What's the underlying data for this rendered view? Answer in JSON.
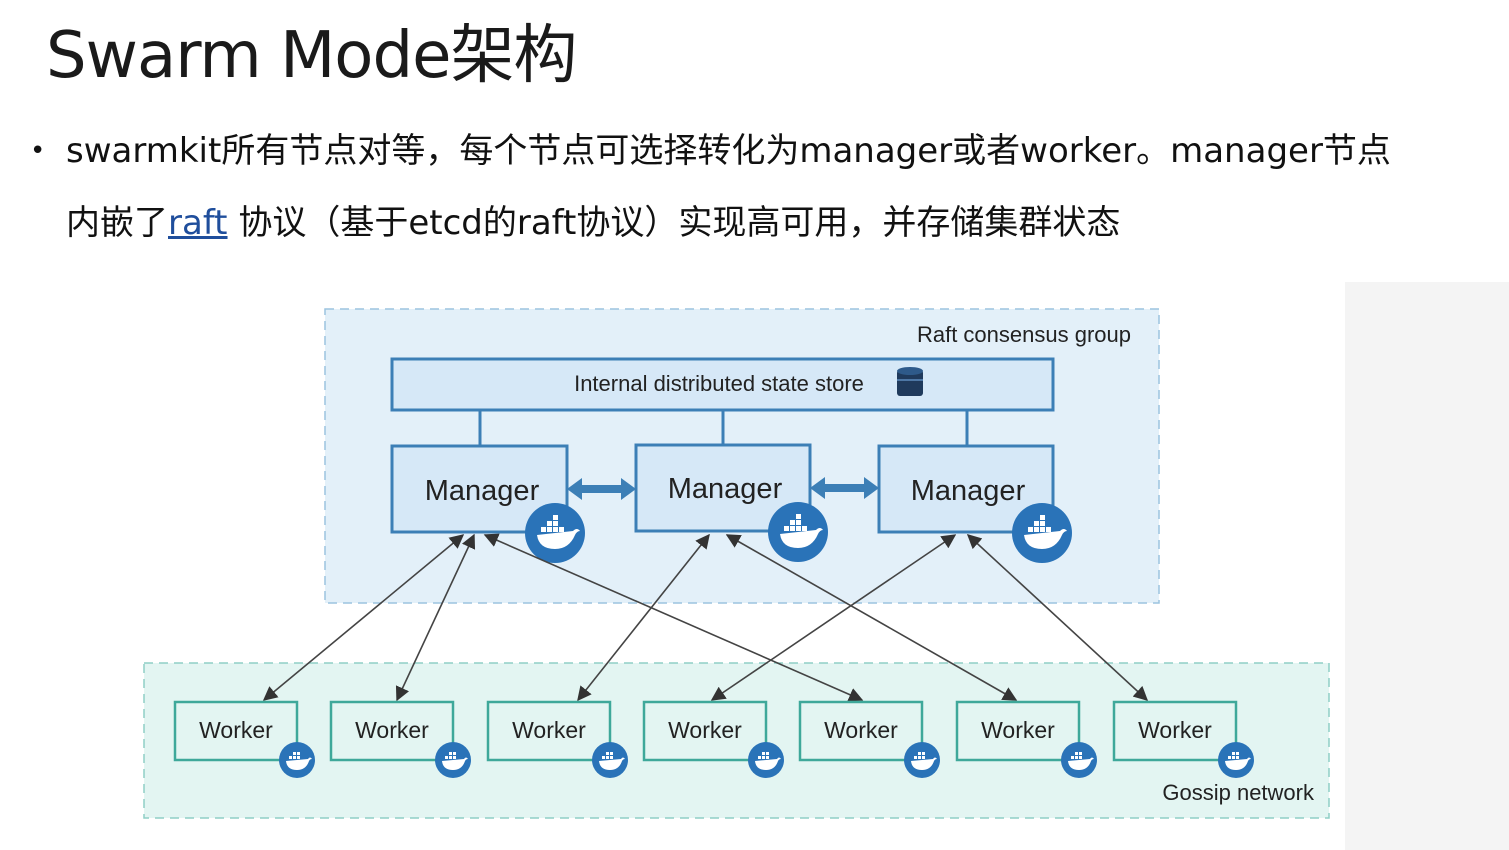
{
  "title": "Swarm Mode架构",
  "bullet": {
    "line1": "swarmkit所有节点对等，每个节点可选择转化为manager或者worker。manager节点",
    "line2_prefix": "内嵌了",
    "link_text": "raft",
    "line2_suffix": " 协议（基于etcd的raft协议）实现高可用，并存储集群状态"
  },
  "diagram": {
    "raft_group_label": "Raft consensus group",
    "state_store_label": "Internal distributed state store",
    "managers": [
      "Manager",
      "Manager",
      "Manager"
    ],
    "workers": [
      "Worker",
      "Worker",
      "Worker",
      "Worker",
      "Worker",
      "Worker",
      "Worker"
    ],
    "gossip_label": "Gossip network",
    "icons": {
      "database": "database-icon",
      "docker": "docker-whale-icon"
    },
    "colors": {
      "group_fill": "#e3f0f9",
      "store_fill": "#d6e8f7",
      "manager_border": "#3c7fb6",
      "worker_border": "#3ea89a",
      "worker_fill": "#e3f5f2",
      "docker_blue": "#2a73b8"
    }
  }
}
